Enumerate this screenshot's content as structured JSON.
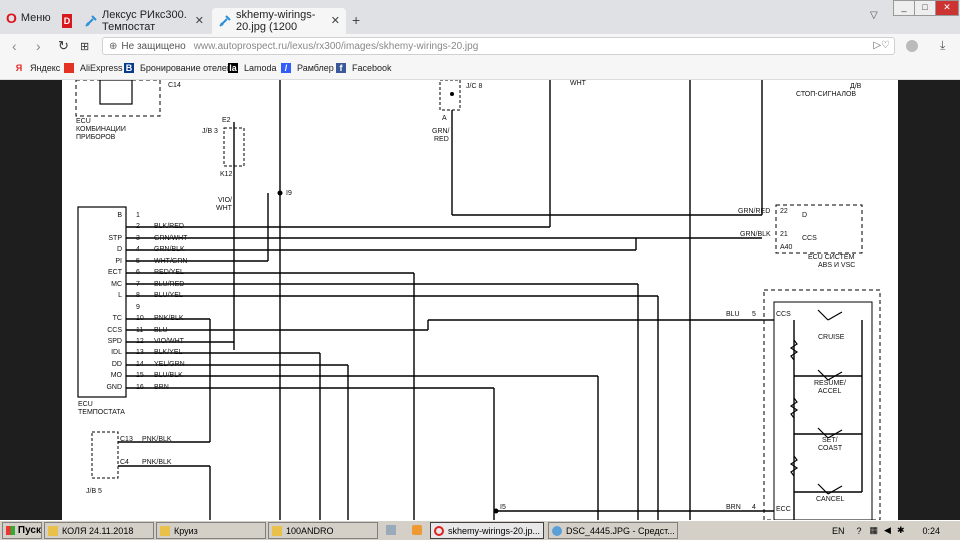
{
  "browser": {
    "menu_label": "Меню",
    "tabs": [
      {
        "label": "Лексус РИкс300. Темпостат"
      },
      {
        "label": "skhemy-wirings-20.jpg (1200"
      }
    ],
    "new_tab": "+",
    "security_label": "Не защищено",
    "url": "www.autoprospect.ru/lexus/rx300/images/skhemy-wirings-20.jpg",
    "bookmarks": [
      {
        "label": "Яндекс",
        "icon": "yandex-icon",
        "color": "#e52620"
      },
      {
        "label": "AliExpress",
        "icon": "aliexpress-icon",
        "color": "#e43225"
      },
      {
        "label": "Бронирование отелей",
        "icon": "booking-icon",
        "color": "#0a3a8c"
      },
      {
        "label": "Lamoda",
        "icon": "lamoda-icon",
        "color": "#000000"
      },
      {
        "label": "Рамблер",
        "icon": "rambler-icon",
        "color": "#315efb"
      },
      {
        "label": "Facebook",
        "icon": "facebook-icon",
        "color": "#3b5998"
      }
    ]
  },
  "diagram": {
    "top_labels": {
      "c14": "C14",
      "ecu_combo_1": "ECU",
      "ecu_combo_2": "КОМБИНАЦИИ",
      "ecu_combo_3": "ПРИБОРОВ",
      "e2": "E2",
      "jb3": "J/B 3",
      "k12": "K12",
      "vio_wht_1": "VIO/",
      "vio_wht_2": "WHT",
      "i9": "I9",
      "jc8": "J/C 8",
      "a": "A",
      "grn_red_1": "GRN/",
      "grn_red_2": "RED",
      "db": "Д/В",
      "stop": "СТОП-СИГНАЛОВ",
      "wht_top": "WHT"
    },
    "ecu_tempostat": {
      "title_1": "ECU",
      "title_2": "ТЕМПОСТАТА",
      "pins": [
        {
          "name": "B",
          "num": "1",
          "wire": ""
        },
        {
          "name": "",
          "num": "2",
          "wire": "BLK/RED"
        },
        {
          "name": "STP",
          "num": "3",
          "wire": "GRN/WHT"
        },
        {
          "name": "D",
          "num": "4",
          "wire": "GRN/BLK"
        },
        {
          "name": "PI",
          "num": "5",
          "wire": "WHT/GRN"
        },
        {
          "name": "ECT",
          "num": "6",
          "wire": "RED/YEL"
        },
        {
          "name": "MC",
          "num": "7",
          "wire": "BLU/RED"
        },
        {
          "name": "L",
          "num": "8",
          "wire": "BLU/YEL"
        },
        {
          "name": "",
          "num": "9",
          "wire": ""
        },
        {
          "name": "TC",
          "num": "10",
          "wire": "PNK/BLK"
        },
        {
          "name": "CCS",
          "num": "11",
          "wire": "BLU"
        },
        {
          "name": "SPD",
          "num": "12",
          "wire": "VIO/WHT"
        },
        {
          "name": "IDL",
          "num": "13",
          "wire": "BLK/YEL"
        },
        {
          "name": "DD",
          "num": "14",
          "wire": "YEL/GRN"
        },
        {
          "name": "MO",
          "num": "15",
          "wire": "BLU/BLK"
        },
        {
          "name": "GND",
          "num": "16",
          "wire": "BRN"
        }
      ]
    },
    "abs_ecu": {
      "grn_red": "GRN/RED",
      "pin22": "22",
      "pinD": "D",
      "grn_blk": "GRN/BLK",
      "pin21": "21",
      "pinCCS": "CCS",
      "a40": "A40",
      "title_1": "ECU СИСТЕМ",
      "title_2": "ABS И VSC"
    },
    "switch_block": {
      "blu": "BLU",
      "pin5": "5",
      "ccs": "CCS",
      "brn": "BRN",
      "pin4": "4",
      "ecc": "ECC",
      "cruise": "CRUISE",
      "resume_1": "RESUME/",
      "resume_2": "ACCEL",
      "set_1": "SET/",
      "set_2": "COAST",
      "cancel": "CANCEL"
    },
    "jb5": {
      "c13": "C13",
      "c13_wire": "PNK/BLK",
      "c4": "C4",
      "c4_wire": "PNK/BLK",
      "label": "J/B 5",
      "i5": "I5"
    }
  },
  "taskbar": {
    "start": "Пуск",
    "items": [
      {
        "label": "КОЛЯ 24.11.2018",
        "icon": "folder-icon"
      },
      {
        "label": "Круиз",
        "icon": "folder-icon"
      },
      {
        "label": "100ANDRO",
        "icon": "folder-icon"
      },
      {
        "label": "skhemy-wirings-20.jp...",
        "icon": "opera-icon",
        "active": true
      },
      {
        "label": "DSC_4445.JPG - Средст...",
        "icon": "paint-icon"
      }
    ],
    "lang": "EN",
    "time": "0:24"
  }
}
